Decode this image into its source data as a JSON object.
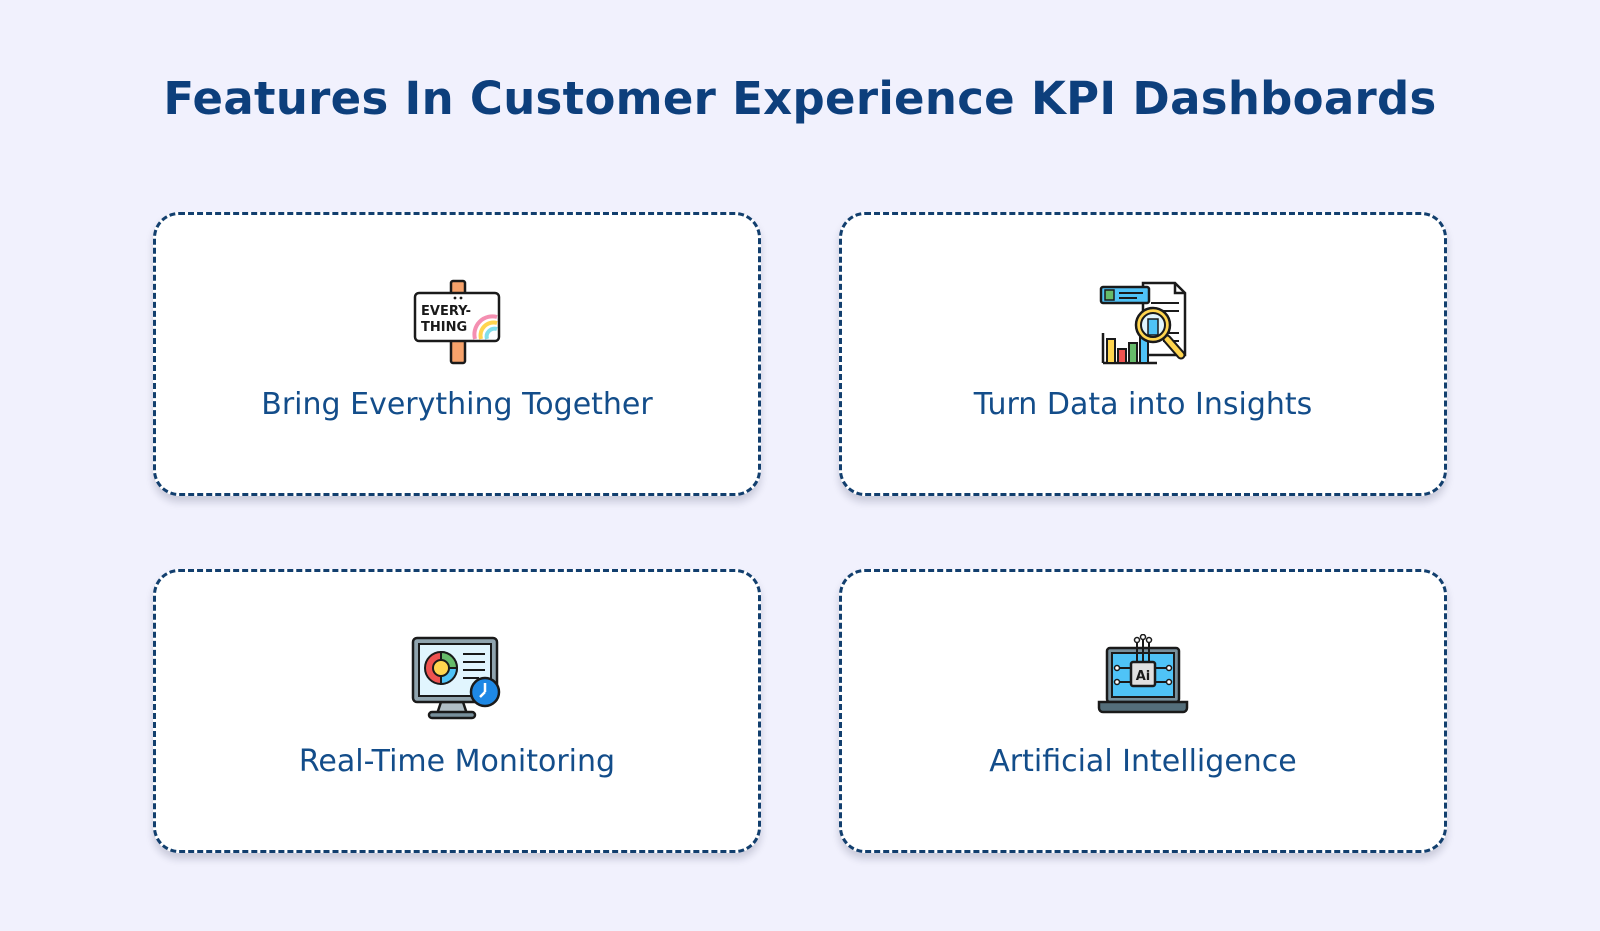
{
  "title": "Features In Customer Experience KPI Dashboards",
  "colors": {
    "background": "#f1f1fd",
    "title": "#0d3f7c",
    "card_border": "#123f6e",
    "card_label": "#134d8a"
  },
  "cards": [
    {
      "label": "Bring Everything Together",
      "icon": "everything-sign-icon",
      "icon_text": [
        "EVERY-",
        "THING"
      ]
    },
    {
      "label": "Turn Data into Insights",
      "icon": "data-analysis-icon"
    },
    {
      "label": "Real-Time Monitoring",
      "icon": "monitoring-screen-icon"
    },
    {
      "label": "Artificial Intelligence",
      "icon": "ai-laptop-icon",
      "icon_text": [
        "Ai"
      ]
    }
  ]
}
